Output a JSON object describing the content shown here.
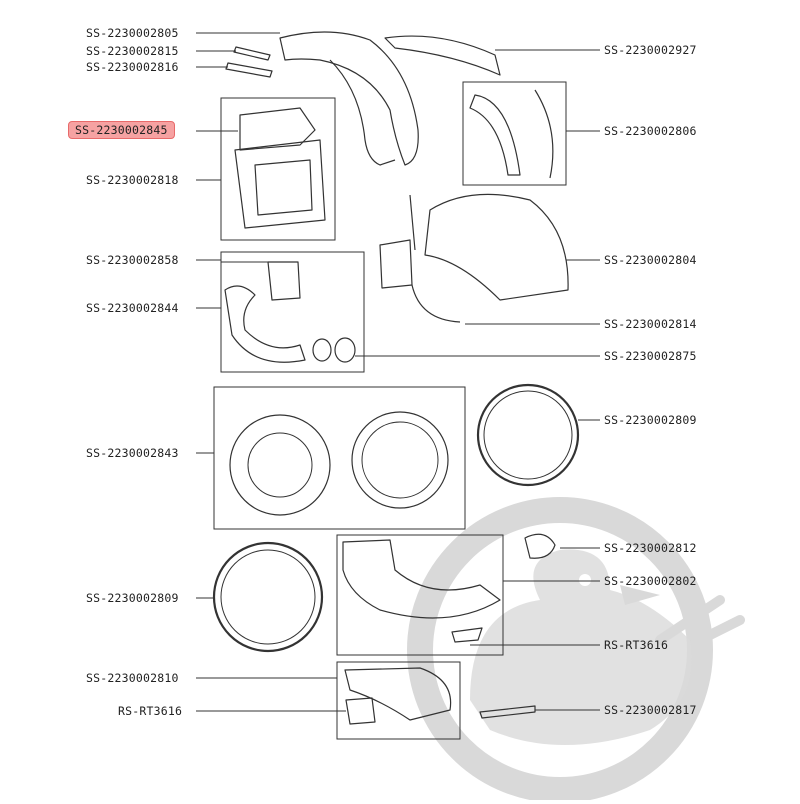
{
  "left_labels": [
    {
      "id": "l-2805",
      "text": "SS-2230002805"
    },
    {
      "id": "l-2815",
      "text": "SS-2230002815"
    },
    {
      "id": "l-2816",
      "text": "SS-2230002816"
    },
    {
      "id": "l-2845",
      "text": "SS-2230002845",
      "highlight": true
    },
    {
      "id": "l-2818",
      "text": "SS-2230002818"
    },
    {
      "id": "l-2858",
      "text": "SS-2230002858"
    },
    {
      "id": "l-2844",
      "text": "SS-2230002844"
    },
    {
      "id": "l-2843",
      "text": "SS-2230002843"
    },
    {
      "id": "l-2809b",
      "text": "SS-2230002809"
    },
    {
      "id": "l-2810",
      "text": "SS-2230002810"
    },
    {
      "id": "l-rt3616b",
      "text": "RS-RT3616"
    }
  ],
  "right_labels": [
    {
      "id": "r-2927",
      "text": "SS-2230002927"
    },
    {
      "id": "r-2806",
      "text": "SS-2230002806"
    },
    {
      "id": "r-2804",
      "text": "SS-2230002804"
    },
    {
      "id": "r-2814",
      "text": "SS-2230002814"
    },
    {
      "id": "r-2875",
      "text": "SS-2230002875"
    },
    {
      "id": "r-2809",
      "text": "SS-2230002809"
    },
    {
      "id": "r-2812",
      "text": "SS-2230002812"
    },
    {
      "id": "r-2802",
      "text": "SS-2230002802"
    },
    {
      "id": "r-rt3616",
      "text": "RS-RT3616"
    },
    {
      "id": "r-2817",
      "text": "SS-2230002817"
    }
  ],
  "colors": {
    "highlight": "#f6a2a2",
    "line": "#333333",
    "watermark": "#d9d9d9"
  },
  "watermark_icon": "duck-mechanic-logo"
}
